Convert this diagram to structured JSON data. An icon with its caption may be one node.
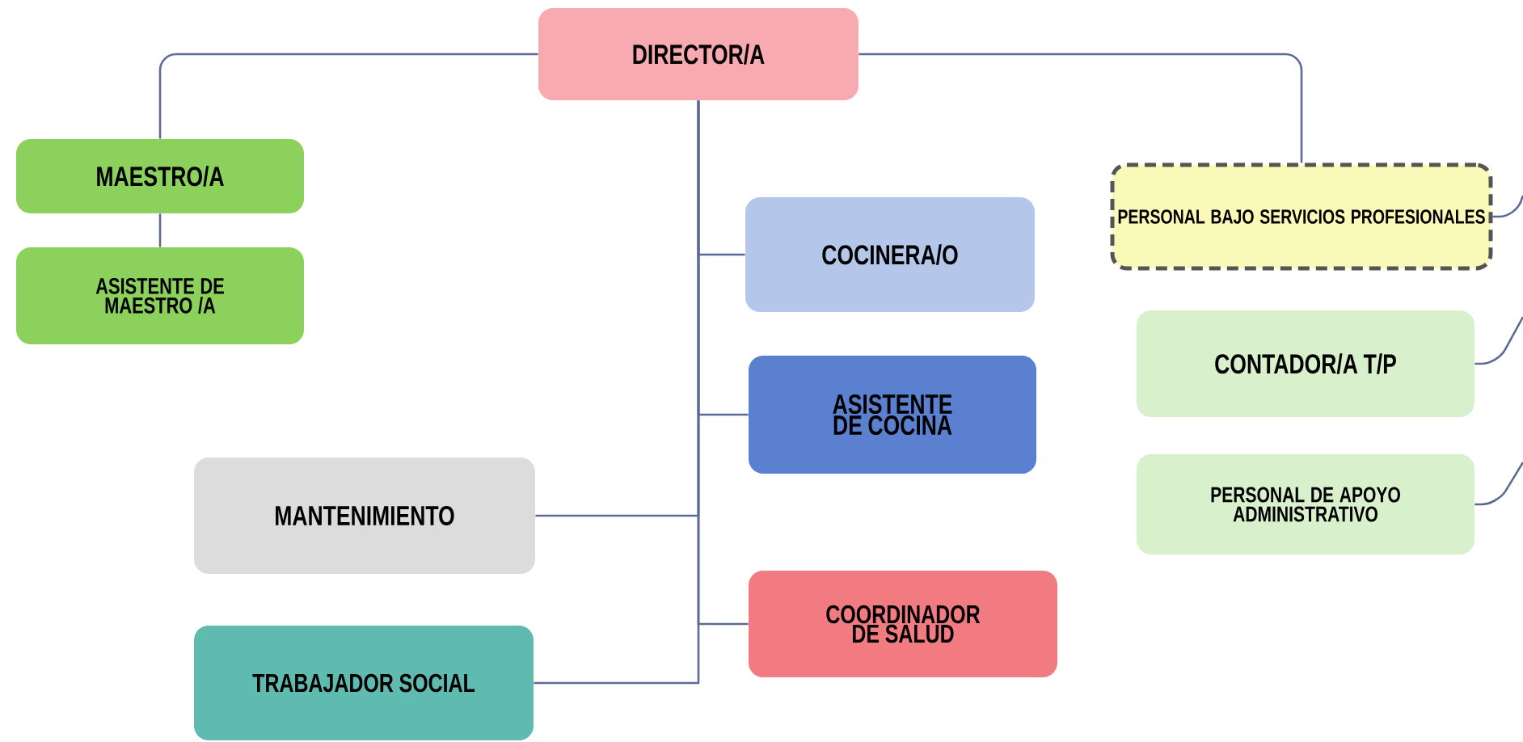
{
  "diagram": {
    "nodes": [
      {
        "text": [
          "DIRECTOR/A"
        ]
      },
      {
        "text": [
          "MAESTRO/A"
        ]
      },
      {
        "text": [
          "ASISTENTE DE MAESTRO /A"
        ]
      },
      {
        "text": [
          "COCINERA/O"
        ]
      },
      {
        "text": [
          "ASISTENTE DE COCINA"
        ]
      },
      {
        "text": [
          "MANTENIMIENTO"
        ]
      },
      {
        "text": [
          "COORDINADOR DE SALUD"
        ]
      },
      {
        "text": [
          "TRABAJADOR SOCIAL"
        ]
      },
      {
        "text": [
          "PERSONAL BAJO SERVICIOS PROFESIONALES"
        ]
      },
      {
        "text": [
          "CONTADOR/A T/P"
        ]
      },
      {
        "text": [
          "PERSONAL DE APOYO ADMINISTRATIVO"
        ]
      }
    ],
    "edges": [
      {
        "from": 0,
        "to": 1,
        "arrow": "none"
      },
      {
        "from": 1,
        "to": 2,
        "arrow": "none"
      },
      {
        "from": 0,
        "to": 8,
        "arrow": "none"
      },
      {
        "from": 0,
        "to": 3,
        "arrow": "none"
      },
      {
        "from": 0,
        "to": 4,
        "arrow": "none"
      },
      {
        "from": 0,
        "to": 5,
        "arrow": "none"
      },
      {
        "from": 0,
        "to": 6,
        "arrow": "none"
      },
      {
        "from": 0,
        "to": 7,
        "arrow": "none"
      },
      {
        "from": 8,
        "to": null,
        "arrow": "none"
      },
      {
        "from": 9,
        "to": null,
        "arrow": "none"
      },
      {
        "from": 10,
        "to": null,
        "arrow": "none"
      }
    ]
  }
}
